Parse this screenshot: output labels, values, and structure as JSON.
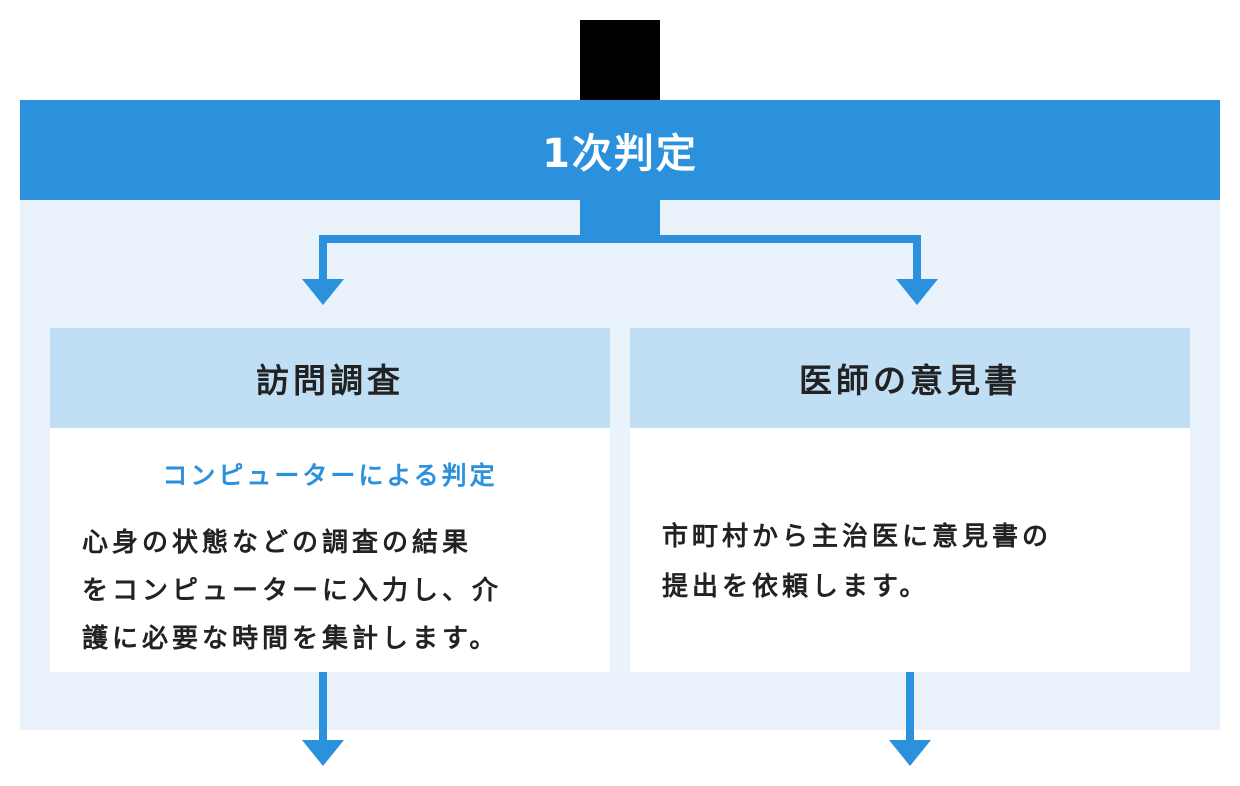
{
  "header": {
    "title": "1次判定"
  },
  "cards": [
    {
      "title": "訪問調査",
      "subtitle": "コンピューターによる判定",
      "lines": [
        "心身の状態などの調査の結果",
        "をコンピューターに入力し、介",
        "護に必要な時間を集計します。"
      ]
    },
    {
      "title": "医師の意見書",
      "lines": [
        "市町村から主治医に意見書の",
        "提出を依頼します。"
      ]
    }
  ],
  "colors": {
    "primary": "#2b91dc",
    "panel_bg": "#eaf3fb",
    "card_header_bg": "#c0dff4",
    "card_body_bg": "#ffffff",
    "top_connector": "#000000",
    "text": "#222222"
  }
}
